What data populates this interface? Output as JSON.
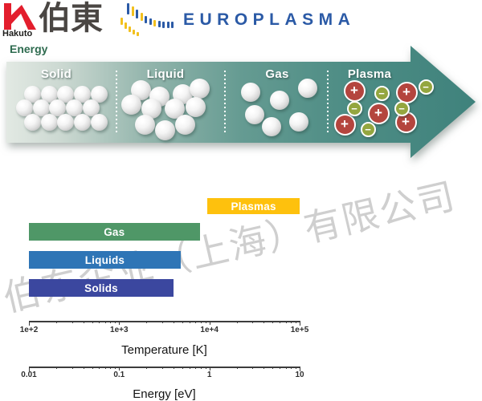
{
  "header": {
    "hakuto_wordmark": "Hakuto",
    "hakuto_cjk": "伯東",
    "europlasma_wordmark": "EUROPLASMA",
    "brand_colors": {
      "hakuto_red": "#e31e2d",
      "europlasma_blue": "#2b5aa6",
      "europlasma_yellow": "#f2c01e"
    }
  },
  "state_diagram": {
    "energy_label": "Energy",
    "arrow_gradient": [
      "#dfe7e1",
      "#3f827c"
    ],
    "sections": [
      {
        "label": "Solid",
        "particles": "packed-spheres"
      },
      {
        "label": "Liquid",
        "particles": "loose-spheres"
      },
      {
        "label": "Gas",
        "particles": "sparse-spheres"
      },
      {
        "label": "Plasma",
        "particles": "positive-ions-and-electrons"
      }
    ],
    "ion_positive_symbol": "+",
    "ion_negative_symbol": "−",
    "ion_positive_color": "#b4453e",
    "ion_negative_color": "#94a63f"
  },
  "chart_data": {
    "type": "bar",
    "orientation": "horizontal-range",
    "scale": "log",
    "grid": false,
    "legend": false,
    "series": [
      {
        "name": "Plasmas",
        "color": "#fec10d",
        "temperature_K": [
          9500,
          100000
        ],
        "energy_eV": [
          0.95,
          10
        ]
      },
      {
        "name": "Gas",
        "color": "#4f9767",
        "temperature_K": [
          100,
          7800
        ],
        "energy_eV": [
          0.01,
          0.78
        ]
      },
      {
        "name": "Liquids",
        "color": "#2e75b6",
        "temperature_K": [
          100,
          4800
        ],
        "energy_eV": [
          0.01,
          0.48
        ]
      },
      {
        "name": "Solids",
        "color": "#3b479f",
        "temperature_K": [
          100,
          4000
        ],
        "energy_eV": [
          0.01,
          0.4
        ]
      }
    ],
    "axes": [
      {
        "title": "Temperature [K]",
        "scale": "log",
        "range": [
          100,
          100000
        ],
        "tick_labels": [
          "1e+2",
          "1e+3",
          "1e+4",
          "1e+5"
        ]
      },
      {
        "title": "Energy [eV]",
        "scale": "log",
        "range": [
          0.01,
          10
        ],
        "tick_labels": [
          "0.01",
          "0.1",
          "1",
          "10"
        ]
      }
    ]
  },
  "watermark": {
    "text": "伯东企业（上海）有限公司"
  }
}
